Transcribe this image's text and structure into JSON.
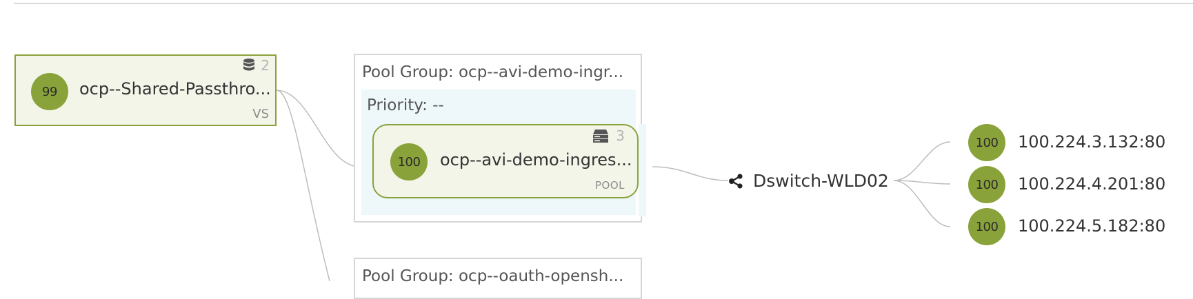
{
  "virtual_service": {
    "score": "99",
    "name": "ocp--Shared-Passthro...",
    "count": "2",
    "count_icon": "database-icon",
    "type_label": "VS"
  },
  "pool_groups": [
    {
      "title": "Pool Group: ocp--avi-demo-ingr...",
      "priority_label": "Priority: --",
      "pool": {
        "score": "100",
        "name": "ocp--avi-demo-ingres...",
        "count": "3",
        "count_icon": "server-icon",
        "type_label": "POOL"
      }
    },
    {
      "title": "Pool Group: ocp--oauth-opensh..."
    }
  ],
  "network": {
    "name": "Dswitch-WLD02",
    "icon": "share-network-icon"
  },
  "servers": [
    {
      "score": "100",
      "address": "100.224.3.132:80"
    },
    {
      "score": "100",
      "address": "100.224.4.201:80"
    },
    {
      "score": "100",
      "address": "100.224.5.182:80"
    }
  ],
  "colors": {
    "health_green": "#8aa23a",
    "card_fill": "#f3f5e9",
    "priority_fill": "#eef8fb",
    "connector": "#bdbdbd"
  }
}
